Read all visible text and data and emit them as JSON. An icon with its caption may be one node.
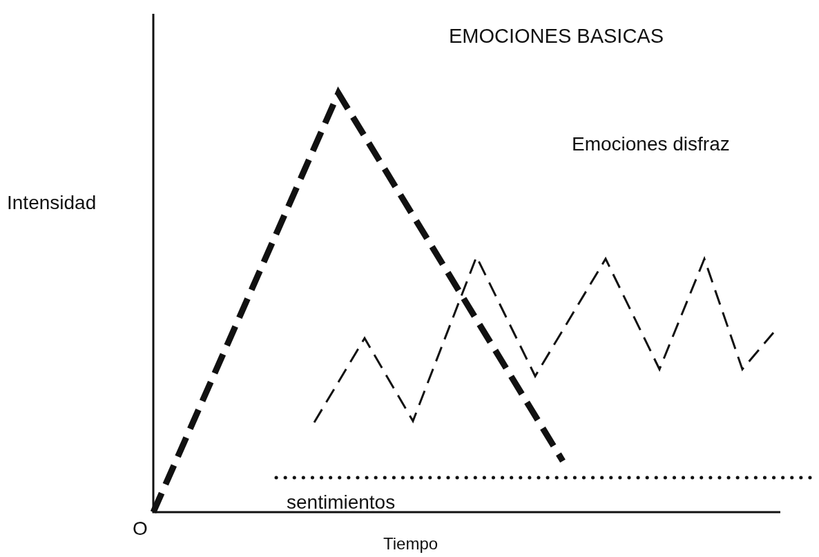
{
  "diagram": {
    "labels": [
      "EMOCIONES BASICAS",
      "Emociones disfraz",
      "Intensidad",
      "sentimientos",
      "O",
      "Tiempo"
    ]
  }
}
